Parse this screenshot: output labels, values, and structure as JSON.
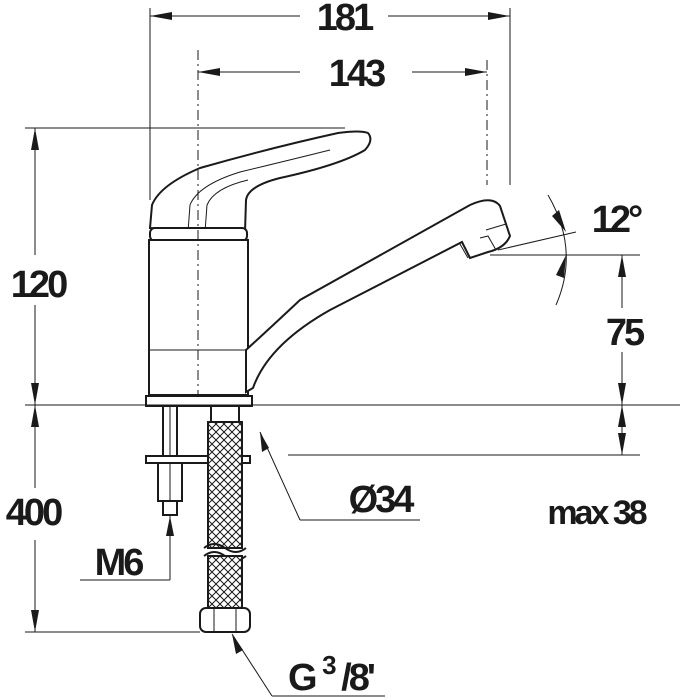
{
  "drawing": {
    "dimensions": {
      "overall_width": "181",
      "spout_reach": "143",
      "height": "120",
      "hose_length": "400",
      "spout_height": "75",
      "max_thickness": "max 38",
      "hole_diameter": "Ø34",
      "stud_thread": "M6",
      "connection_prefix": "G",
      "connection_sup": "3",
      "connection_suffix": "/8'",
      "spout_angle": "12°"
    }
  }
}
